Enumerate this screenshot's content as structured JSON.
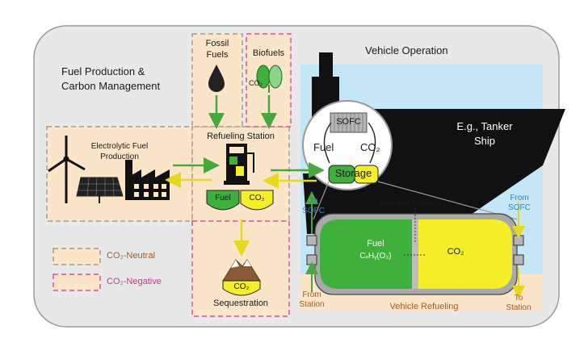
{
  "fuel_production": {
    "title_line1": "Fuel Production &",
    "title_line2": "Carbon Management"
  },
  "fossil_fuels": {
    "line1": "Fossil",
    "line2": "Fuels"
  },
  "biofuels": {
    "label": "Biofuels",
    "co2": "CO₂"
  },
  "electrolytic": {
    "line1": "Electrolytic Fuel",
    "line2": "Production"
  },
  "refueling_station": {
    "label": "Refueling Station",
    "fuel": "Fuel",
    "co2": "CO₂"
  },
  "sequestration": {
    "label": "Sequestration",
    "co2": "CO₂"
  },
  "legend": {
    "neutral": "CO₂-Neutral",
    "negative": "CO₂-Negative"
  },
  "vehicle": {
    "title": "Vehicle Operation",
    "example_line1": "E.g., Tanker",
    "example_line2": "Ship",
    "sofc": "SOFC",
    "fuel": "Fuel",
    "co2": "CO₂",
    "storage": "Storage",
    "movable_partition": "Movable partition",
    "to_sofc_line1": "To",
    "to_sofc_line2": "SOFC",
    "from_sofc_line1": "From",
    "from_sofc_line2": "SOFC",
    "tank_fuel": "Fuel",
    "tank_formula": "CₓHᵧ(O₂)",
    "tank_co2": "CO₂",
    "from_station_line1": "From",
    "from_station_line2": "Station",
    "to_station_line1": "To",
    "to_station_line2": "Station",
    "refueling": "Vehicle Refueling"
  },
  "colors": {
    "fuel_green": "#3fb03c",
    "co2_yellow": "#f5ef2a",
    "sky": "#c4e6f6",
    "peach": "#fbe5c8",
    "magenta_dash": "#d2308a"
  }
}
